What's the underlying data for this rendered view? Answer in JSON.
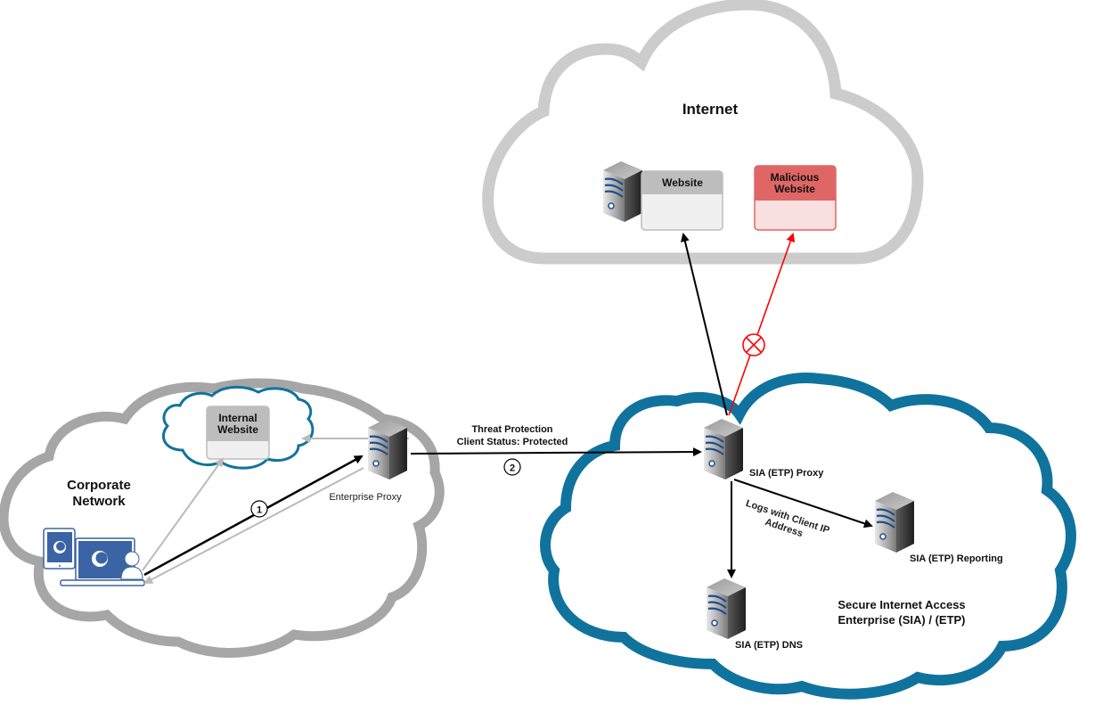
{
  "diagram": {
    "clouds": {
      "internet": {
        "label": "Internet",
        "stroke": "#cccccc"
      },
      "corporate": {
        "label_line1": "Corporate",
        "label_line2": "Network",
        "stroke": "#a6a6a6"
      },
      "internal": {
        "stroke": "#10739e"
      },
      "sia": {
        "label_line1": "Secure Internet Access",
        "label_line2": "Enterprise (SIA) / (ETP)",
        "stroke": "#10739e"
      }
    },
    "websites": {
      "website": {
        "title": "Website",
        "header_color": "#bdbdbd",
        "body_color": "#f0f0f0"
      },
      "malicious": {
        "title_line1": "Malicious",
        "title_line2": "Website",
        "header_color": "#e06666",
        "body_color": "#f8dfe0"
      },
      "internal": {
        "title_line1": "Internal",
        "title_line2": "Website",
        "header_color": "#bdbdbd",
        "body_color": "#f0f0f0"
      }
    },
    "servers": {
      "enterprise_proxy": {
        "label": "Enterprise Proxy"
      },
      "sia_proxy": {
        "label": "SIA (ETP) Proxy"
      },
      "sia_reporting": {
        "label": "SIA (ETP) Reporting"
      },
      "sia_dns": {
        "label": "SIA (ETP) DNS"
      }
    },
    "connections": {
      "threat_label_line1": "Threat Protection",
      "threat_label_line2": "Client Status: Protected",
      "logs_label_line1": "Logs with Client IP",
      "logs_label_line2": "Address",
      "step1": "1",
      "step2": "2",
      "blocked_color": "#ff0000"
    },
    "devices": {
      "name": "client-devices",
      "accent": "#3a64a4"
    }
  }
}
